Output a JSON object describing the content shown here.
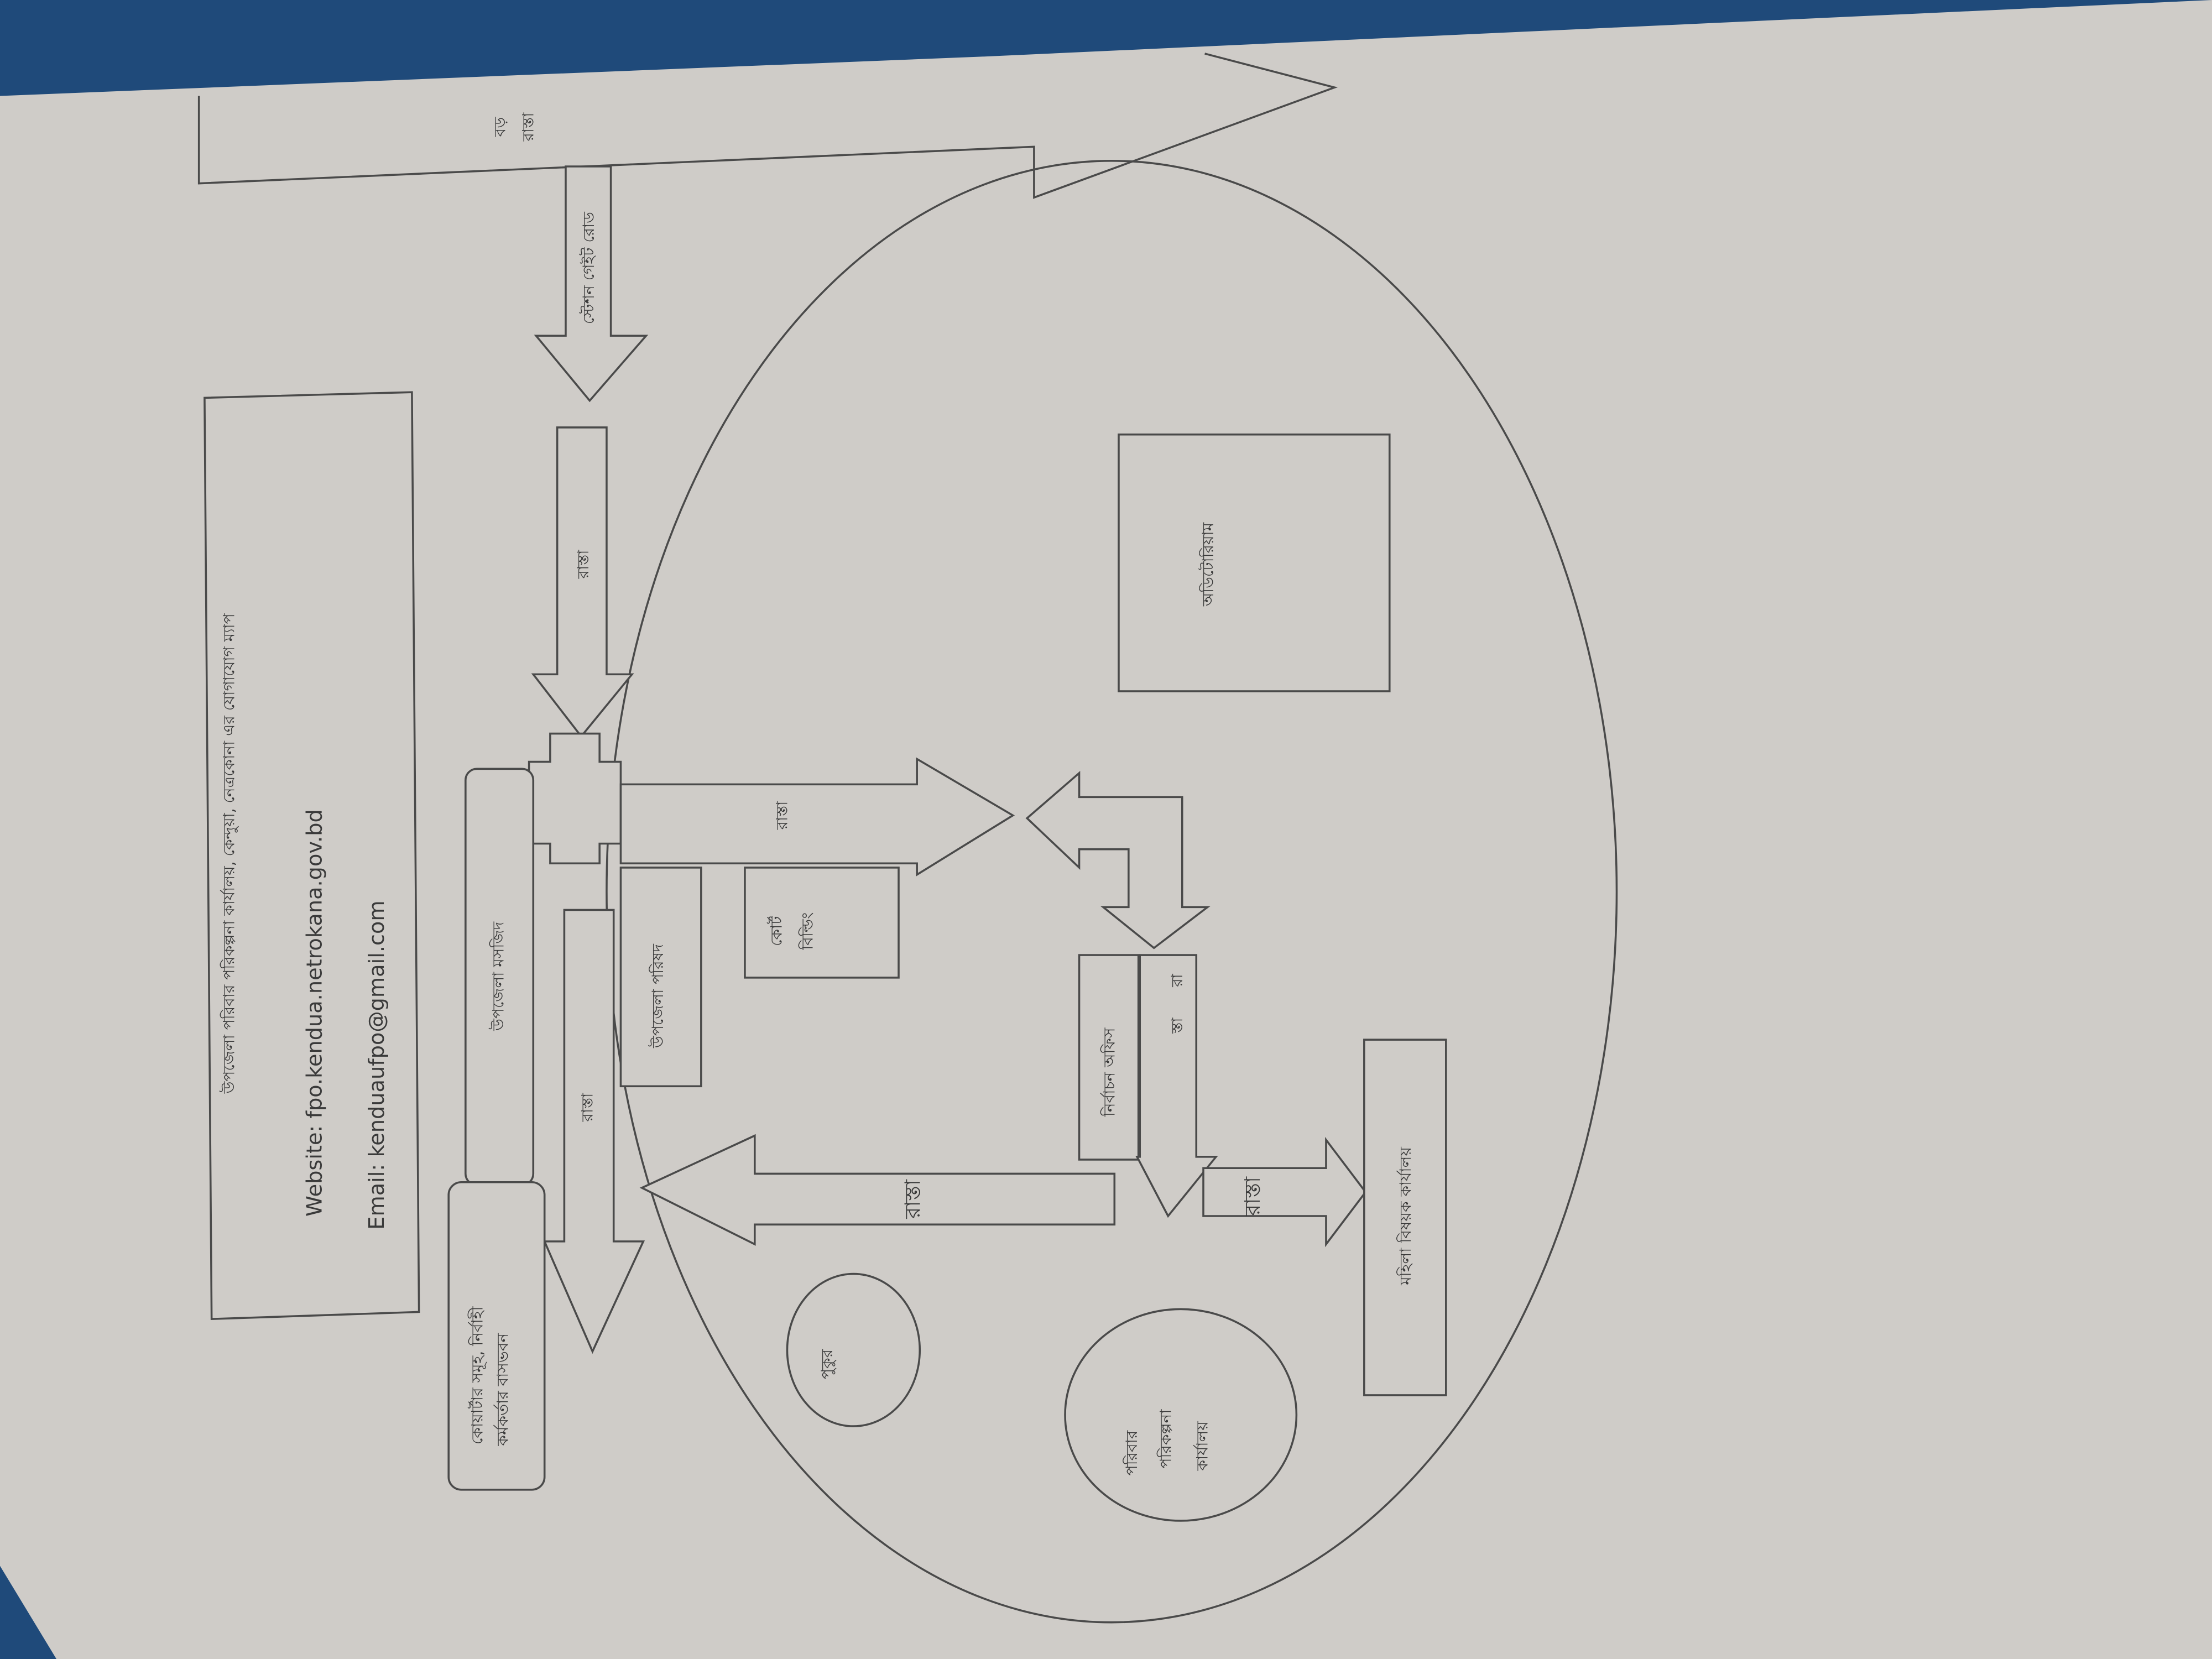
{
  "info_box": {
    "title": "উপজেলা পরিবার পরিকল্পনা কার্যালয়, কেন্দুয়া, নেত্রকোনা এর যোগাযোগ ম্যাপ",
    "website": "Website: fpo.kendua.netrokana.gov.bd",
    "email": "Email: kenduaufpo@gmail.com"
  },
  "map": {
    "main_road": [
      "বড়",
      "রাস্তা"
    ],
    "station_gate_road": "স্টেশন গেইট রোড",
    "road": "রাস্তা",
    "road_split": [
      "রা",
      "স্তা"
    ],
    "mosque": "উপজেলা মসজিদ",
    "parishad": "উপজেলা পরিষদ",
    "court": [
      "কোর্ট",
      "বিল্ডিং"
    ],
    "quarters": [
      "কোয়ার্টার সমূহ, নির্বাহী",
      "কর্মকর্তার বাসভবন"
    ],
    "pond": "পুকুর",
    "family_planning_office": [
      "পরিবার",
      "পরিকল্পনা",
      "কার্যালয়"
    ],
    "election_office": "নির্বাচন অফিস",
    "women_affairs_office": "মহিলা বিষয়ক কার্যালয়",
    "auditorium": "অডিটোরিয়াম"
  },
  "colors": {
    "paper": "#cfccc8",
    "ink": "#4a4a4a",
    "background": "#1f4a7a"
  }
}
